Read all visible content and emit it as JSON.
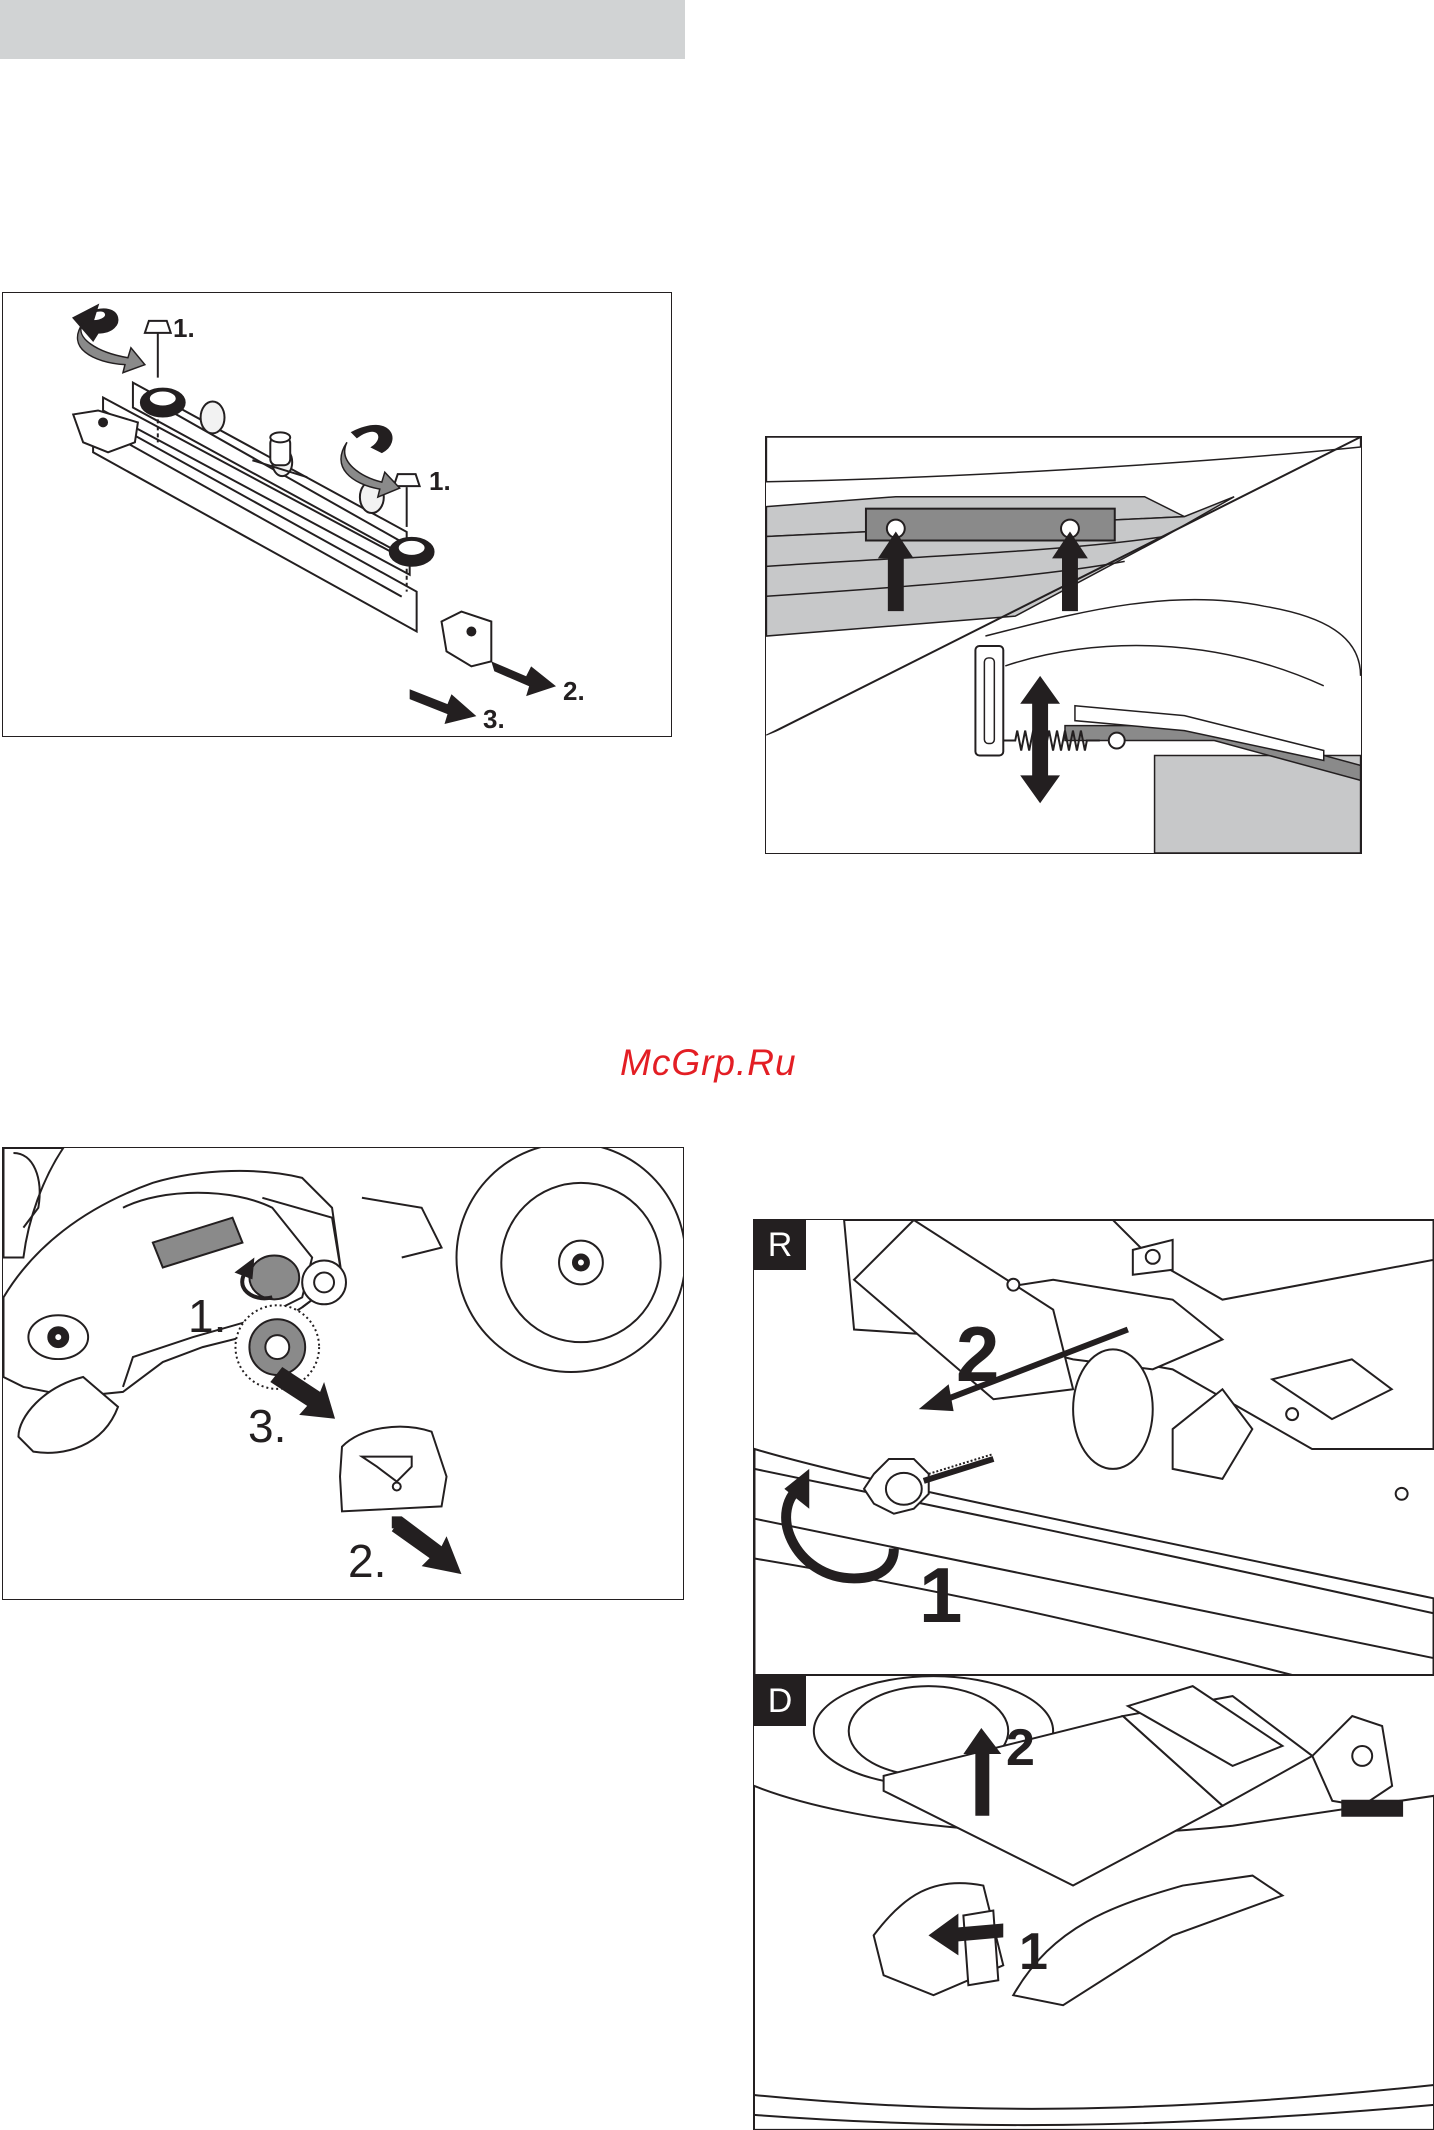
{
  "watermark": "McGrp.Ru",
  "figure1": {
    "step1a": "1.",
    "step1b": "1.",
    "step2": "2.",
    "step3": "3."
  },
  "figure3": {
    "step1": "1.",
    "step2": "2.",
    "step3": "3."
  },
  "figure4": {
    "panel_r": {
      "badge": "R",
      "step1": "1",
      "step2": "2"
    },
    "panel_d": {
      "badge": "D",
      "step1": "1",
      "step2": "2"
    }
  }
}
